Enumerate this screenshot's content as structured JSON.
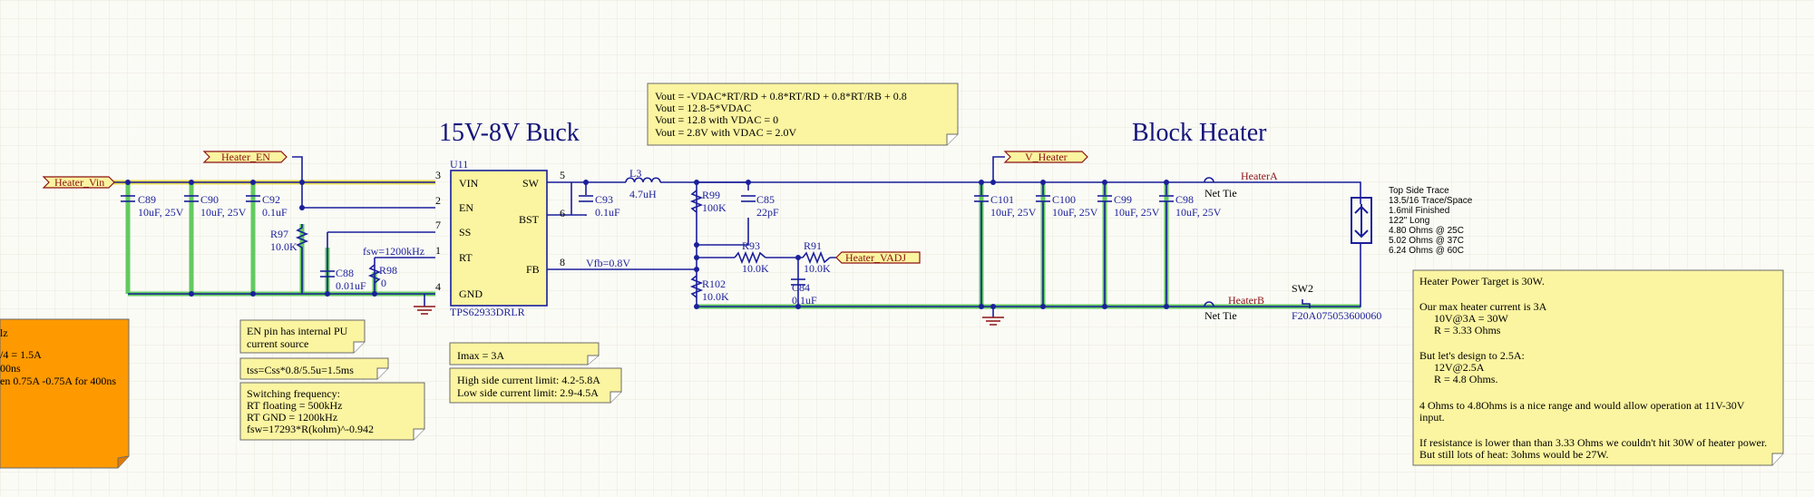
{
  "titles": {
    "buck": "15V-8V Buck",
    "heater": "Block Heater"
  },
  "ports": {
    "heater_vin": "Heater_Vin",
    "heater_en": "Heater_EN",
    "v_heater": "V_Heater",
    "heater_vadj": "Heater_VADJ"
  },
  "nets": {
    "heater_a": "HeaterA",
    "heater_b": "HeaterB",
    "vfb": "Vfb=0.8V",
    "fsw": "fsw=1200kHz"
  },
  "net_tie": "Net Tie",
  "ic": {
    "ref": "U11",
    "part": "TPS62933DRLR",
    "pins_left": [
      {
        "num": "3",
        "name": "VIN"
      },
      {
        "num": "2",
        "name": "EN"
      },
      {
        "num": "7",
        "name": "SS"
      },
      {
        "num": "1",
        "name": "RT"
      },
      {
        "num": "4",
        "name": "GND"
      }
    ],
    "pins_right": [
      {
        "num": "5",
        "name": "SW"
      },
      {
        "num": "6",
        "name": "BST"
      },
      {
        "num": "8",
        "name": "FB"
      }
    ]
  },
  "components": {
    "c89": {
      "ref": "C89",
      "val": "10uF, 25V"
    },
    "c90": {
      "ref": "C90",
      "val": "10uF, 25V"
    },
    "c92": {
      "ref": "C92",
      "val": "0.1uF"
    },
    "r97": {
      "ref": "R97",
      "val": "10.0K"
    },
    "c88": {
      "ref": "C88",
      "val": "0.01uF"
    },
    "r98": {
      "ref": "R98",
      "val": "0"
    },
    "c93": {
      "ref": "C93",
      "val": "0.1uF"
    },
    "l3": {
      "ref": "L3",
      "val": "4.7uH"
    },
    "r99": {
      "ref": "R99",
      "val": "100K"
    },
    "c85": {
      "ref": "C85",
      "val": "22pF"
    },
    "r93": {
      "ref": "R93",
      "val": "10.0K"
    },
    "r91": {
      "ref": "R91",
      "val": "10.0K"
    },
    "r102": {
      "ref": "R102",
      "val": "10.0K"
    },
    "c84": {
      "ref": "C84",
      "val": "0.1uF"
    },
    "c101": {
      "ref": "C101",
      "val": "10uF, 25V"
    },
    "c100": {
      "ref": "C100",
      "val": "10uF, 25V"
    },
    "c99": {
      "ref": "C99",
      "val": "10uF, 25V"
    },
    "c98": {
      "ref": "C98",
      "val": "10uF, 25V"
    },
    "sw2": {
      "ref": "SW2",
      "val": "F20A075053600060"
    }
  },
  "trace_info": [
    "Top Side Trace",
    "13.5/16 Trace/Space",
    "1.6mil Finished",
    "122\" Long",
    "4.80 Ohms @ 25C",
    "5.02 Ohms @ 37C",
    "6.24 Ohms @ 60C"
  ],
  "notes": {
    "vout": [
      "Vout = -VDAC*RT/RD + 0.8*RT/RD + 0.8*RT/RB + 0.8",
      "Vout = 12.8-5*VDAC",
      "Vout = 12.8 with VDAC = 0",
      "Vout = 2.8V with VDAC = 2.0V"
    ],
    "en": [
      "EN pin has internal PU",
      "current source"
    ],
    "tss": [
      "tss=Css*0.8/5.5u=1.5ms"
    ],
    "fsw": [
      "Switching frequency:",
      "RT floating = 500kHz",
      "RT GND = 1200kHz",
      "fsw=17293*R(kohm)^-0.942"
    ],
    "imax": [
      "Imax = 3A"
    ],
    "limits": [
      "High side current limit: 4.2-5.8A",
      "Low side current limit: 2.9-4.5A"
    ],
    "heater": [
      "Heater Power Target is 30W.",
      "",
      "Our max heater current is 3A",
      "    10V@3A = 30W",
      "    R = 3.33 Ohms",
      "",
      "But let's design to 2.5A:",
      "    12V@2.5A",
      "    R = 4.8 Ohms.",
      "",
      "4 Ohms to 4.8Ohms is a nice range and would allow operation at 11V-30V",
      "input.",
      "",
      "If resistance is lower than than 3.33 Ohms we couldn't hit 30W of heater power.",
      "But still lots of heat: 3ohms would be 27W."
    ],
    "orange": [
      "lz",
      "",
      "/4 = 1.5A",
      "00ns",
      "en 0.75A -0.75A for 400ns"
    ]
  },
  "colors": {
    "wire": "#1a1f9a",
    "note_bg": "#fbf4a0",
    "orange": "#ff9900",
    "highlight": "#52c44f",
    "net_label": "#8b1212"
  }
}
